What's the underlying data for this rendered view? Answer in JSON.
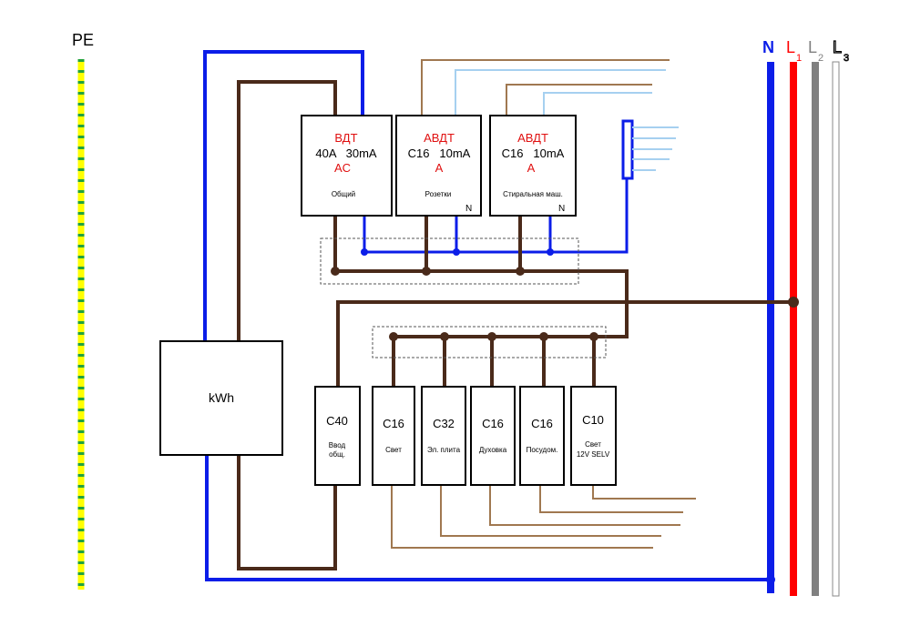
{
  "colors": {
    "neutral": "#0b1de8",
    "phase": "#4a2a1a",
    "line_red": "#ff0000",
    "line_gray": "#808080",
    "pe_yellow": "#ffff00",
    "pe_green": "#22a33a",
    "outgoing_brown": "#a07850",
    "outgoing_blue": "#a6d0f0",
    "label_red": "#e01010"
  },
  "labels": {
    "pe": "PE",
    "n": "N",
    "l1": "L",
    "l1_sub": "1",
    "l2": "L",
    "l2_sub": "2",
    "l3": "L",
    "l3_sub": "3",
    "meter": "kWh"
  },
  "rcd_main": {
    "type": "ВДТ",
    "rating": "40A   30mA",
    "class": "AC",
    "name": "Общий"
  },
  "rcbo_sockets": {
    "type": "АВДТ",
    "rating": "C16   10mA",
    "class": "A",
    "name": "Розетки",
    "n_mark": "N"
  },
  "rcbo_washer": {
    "type": "АВДТ",
    "rating": "C16   10mA",
    "class": "A",
    "name": "Стиральная маш.",
    "n_mark": "N"
  },
  "breakers": [
    {
      "rating": "C40",
      "name_line1": "Ввод",
      "name_line2": "общ."
    },
    {
      "rating": "C16",
      "name_line1": "Свет",
      "name_line2": ""
    },
    {
      "rating": "C32",
      "name_line1": "Эл. плита",
      "name_line2": ""
    },
    {
      "rating": "C16",
      "name_line1": "Духовка",
      "name_line2": ""
    },
    {
      "rating": "C16",
      "name_line1": "Посудом.",
      "name_line2": ""
    },
    {
      "rating": "C10",
      "name_line1": "Свет",
      "name_line2": "12V SELV"
    }
  ]
}
